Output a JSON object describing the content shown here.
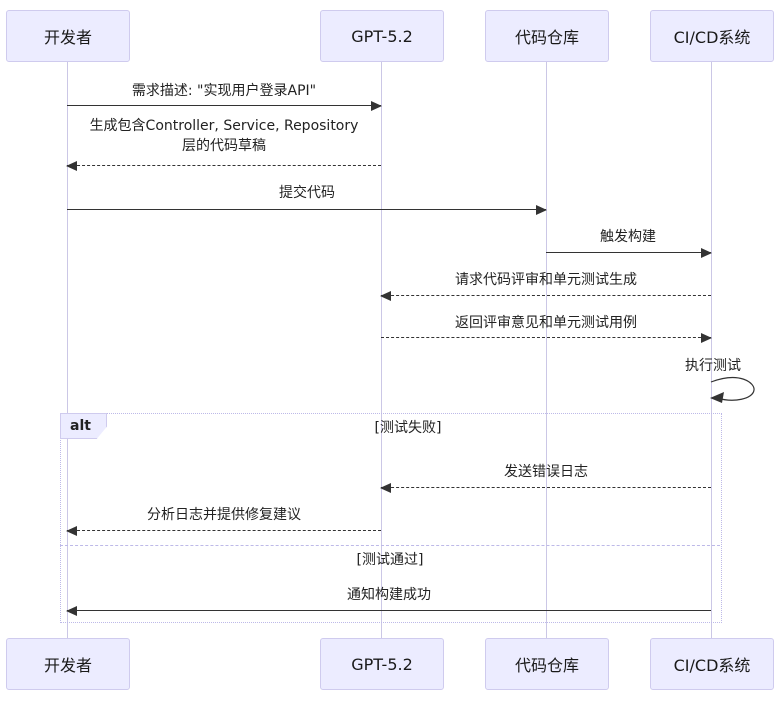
{
  "diagram": {
    "type": "sequence-diagram",
    "colors": {
      "actor_fill": "#ECECFF",
      "actor_border": "#CFCBEE",
      "lifeline": "#CBC7E6",
      "message_line": "#333333",
      "frame_border": "#BDB9E8",
      "text": "#222222",
      "background": "#FFFFFF"
    },
    "actors": [
      {
        "label": "开发者"
      },
      {
        "label": "GPT-5.2"
      },
      {
        "label": "代码仓库"
      },
      {
        "label": "CI/CD系统"
      }
    ],
    "messages": {
      "m1": {
        "label": "需求描述: \"实现用户登录API\"",
        "from": "开发者",
        "to": "GPT-5.2",
        "arrow": "solid"
      },
      "m2": {
        "lines": [
          "生成包含Controller, Service, Repository",
          "层的代码草稿"
        ],
        "from": "GPT-5.2",
        "to": "开发者",
        "arrow": "dashed"
      },
      "m3": {
        "label": "提交代码",
        "from": "开发者",
        "to": "代码仓库",
        "arrow": "solid"
      },
      "m4": {
        "label": "触发构建",
        "from": "代码仓库",
        "to": "CI/CD系统",
        "arrow": "solid"
      },
      "m5": {
        "label": "请求代码评审和单元测试生成",
        "from": "CI/CD系统",
        "to": "GPT-5.2",
        "arrow": "dashed"
      },
      "m6": {
        "label": "返回评审意见和单元测试用例",
        "from": "GPT-5.2",
        "to": "CI/CD系统",
        "arrow": "dashed"
      },
      "m7": {
        "label": "执行测试",
        "from": "CI/CD系统",
        "to": "CI/CD系统",
        "arrow": "self"
      },
      "m8": {
        "label": "发送错误日志",
        "from": "CI/CD系统",
        "to": "GPT-5.2",
        "arrow": "dashed"
      },
      "m9": {
        "label": "分析日志并提供修复建议",
        "from": "GPT-5.2",
        "to": "开发者",
        "arrow": "dashed"
      },
      "m10": {
        "label": "通知构建成功",
        "from": "CI/CD系统",
        "to": "开发者",
        "arrow": "solid"
      }
    },
    "alt": {
      "operator": "alt",
      "condition_fail": "[测试失败]",
      "condition_pass": "[测试通过]"
    }
  }
}
